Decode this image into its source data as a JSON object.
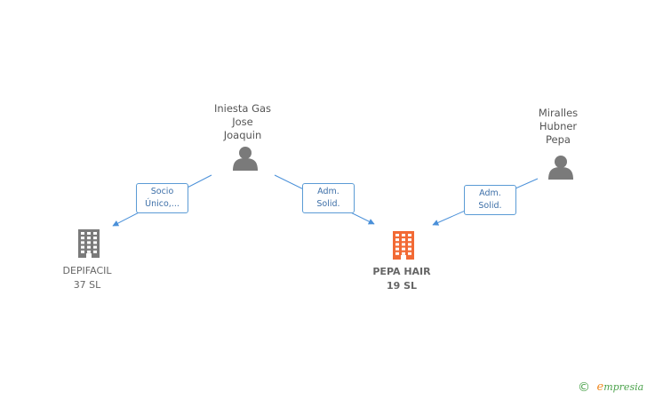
{
  "colors": {
    "edge": "#4a90d9",
    "person": "#7a7a7a",
    "company": "#7a7a7a",
    "focus_company": "#f26a35",
    "watermark": "#4ba24b"
  },
  "persons": [
    {
      "id": "iniesta",
      "lines": [
        "Iniesta Gas",
        "Jose",
        "Joaquin"
      ],
      "icon": "person-icon"
    },
    {
      "id": "miralles",
      "lines": [
        "Miralles",
        "Hubner",
        "Pepa"
      ],
      "icon": "person-icon"
    }
  ],
  "companies": [
    {
      "id": "depifacil",
      "lines": [
        "DEPIFACIL",
        "37 SL"
      ],
      "icon": "building-icon",
      "focus": false
    },
    {
      "id": "pepa",
      "lines": [
        "PEPA HAIR",
        "19  SL"
      ],
      "icon": "building-icon",
      "focus": true
    }
  ],
  "relations": [
    {
      "from": "iniesta",
      "to": "depifacil",
      "lines": [
        "Socio",
        "Único,..."
      ]
    },
    {
      "from": "iniesta",
      "to": "pepa",
      "lines": [
        "Adm.",
        "Solid."
      ]
    },
    {
      "from": "miralles",
      "to": "pepa",
      "lines": [
        "Adm.",
        "Solid."
      ]
    }
  ],
  "watermark": {
    "symbol": "©",
    "brand_initial": "e",
    "brand_rest": "mpresia"
  }
}
